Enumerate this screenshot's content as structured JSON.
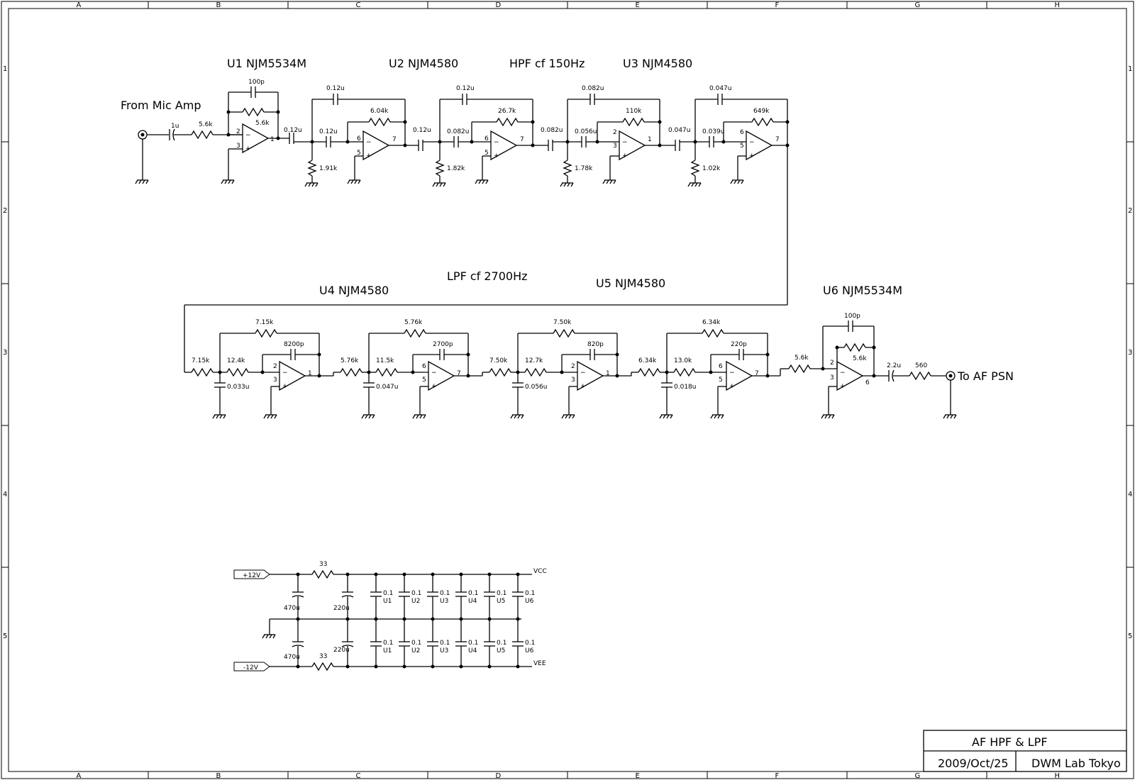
{
  "frame": {
    "columns": [
      "A",
      "B",
      "C",
      "D",
      "E",
      "F",
      "G",
      "H"
    ],
    "rows": [
      "1",
      "2",
      "3",
      "4",
      "5"
    ]
  },
  "labels": {
    "from_mic": "From Mic Amp",
    "to_af": "To AF PSN",
    "u1": "U1 NJM5534M",
    "u2": "U2 NJM4580",
    "u3": "U3 NJM4580",
    "u4": "U4 NJM4580",
    "u5": "U5 NJM4580",
    "u6": "U6 NJM5534M",
    "hpf": "HPF cf 150Hz",
    "lpf": "LPF cf 2700Hz"
  },
  "hpf_stage": {
    "c_in": "1u",
    "r_in": "5.6k",
    "u1_c_fb": "100p",
    "u1_r_fb": "5.6k",
    "u1_pins": [
      "2",
      "3",
      "1"
    ],
    "s1": {
      "c_top": "0.12u",
      "c_a": "0.12u",
      "c_b": "0.12u",
      "r_fb": "6.04k",
      "r_gnd": "1.91k",
      "pins": [
        "6",
        "5",
        "7"
      ]
    },
    "s2": {
      "c_top": "0.12u",
      "c_a": "0.12u",
      "c_b": "0.082u",
      "r_fb": "26.7k",
      "r_gnd": "1.82k",
      "pins": [
        "6",
        "5",
        "7"
      ]
    },
    "s3": {
      "c_top": "0.082u",
      "c_a": "0.082u",
      "c_b": "0.056u",
      "r_fb": "110k",
      "r_gnd": "1.78k",
      "pins": [
        "2",
        "3",
        "1"
      ]
    },
    "s4": {
      "c_top": "0.047u",
      "c_a": "0.047u",
      "c_b": "0.039u",
      "r_fb": "649k",
      "r_gnd": "1.02k",
      "pins": [
        "6",
        "5",
        "7"
      ]
    }
  },
  "lpf_stage": {
    "s1": {
      "r_a": "7.15k",
      "r_b": "12.4k",
      "r_top": "7.15k",
      "c_fb": "8200p",
      "c_gnd": "0.033u",
      "pins": [
        "2",
        "3",
        "1"
      ]
    },
    "s2": {
      "r_a": "5.76k",
      "r_b": "11.5k",
      "r_top": "5.76k",
      "c_fb": "2700p",
      "c_gnd": "0.047u",
      "pins": [
        "6",
        "5",
        "7"
      ]
    },
    "s3": {
      "r_a": "7.50k",
      "r_b": "12.7k",
      "r_top": "7.50k",
      "c_fb": "820p",
      "c_gnd": "0.056u",
      "pins": [
        "2",
        "3",
        "1"
      ]
    },
    "s4": {
      "r_a": "6.34k",
      "r_b": "13.0k",
      "r_top": "6.34k",
      "c_fb": "220p",
      "c_gnd": "0.018u",
      "pins": [
        "6",
        "5",
        "7"
      ]
    },
    "u6": {
      "r_in": "5.6k",
      "c_fb": "100p",
      "r_fb": "5.6k",
      "pins": [
        "2",
        "3",
        "6"
      ]
    },
    "c_out": "2.2u",
    "r_out": "560"
  },
  "power": {
    "plus": "+12V",
    "minus": "-12V",
    "r_top": "33",
    "r_bot": "33",
    "c1_top": "470u",
    "c2_top": "220u",
    "c1_bot": "470u",
    "c2_bot": "220u",
    "vcc": "VCC",
    "vee": "VEE",
    "bypass_value": "0.1",
    "bypass_units": [
      "U1",
      "U2",
      "U3",
      "U4",
      "U5",
      "U6"
    ]
  },
  "title_block": {
    "title": "AF HPF & LPF",
    "date": "2009/Oct/25",
    "org": "DWM Lab Tokyo"
  }
}
